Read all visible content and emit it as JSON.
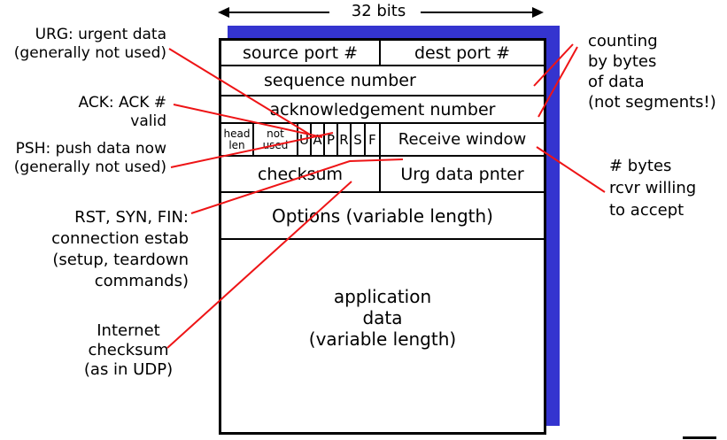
{
  "colors": {
    "shadow-blue": "#3434cf",
    "line-red": "#ee1416"
  },
  "header": {
    "width_label": "32 bits"
  },
  "segment": {
    "source_port": "source port #",
    "dest_port": "dest port #",
    "sequence": "sequence number",
    "acknowledgement": "acknowledgement number",
    "head_len": [
      "head",
      "len"
    ],
    "not_used": [
      "not",
      "used"
    ],
    "flags": [
      "U",
      "A",
      "P",
      "R",
      "S",
      "F"
    ],
    "receive_window": "Receive window",
    "checksum": "checksum",
    "urg_pointer": "Urg data pnter",
    "options": "Options (variable length)",
    "app_data": [
      "application",
      "data",
      "(variable length)"
    ]
  },
  "annotations": {
    "urg": [
      "URG: urgent data",
      "(generally not used)"
    ],
    "ack": [
      "ACK: ACK #",
      "valid"
    ],
    "psh": [
      "PSH: push data now",
      "(generally not used)"
    ],
    "rst_syn_fin": [
      "RST, SYN, FIN:",
      "connection estab",
      "(setup, teardown",
      "commands)"
    ],
    "internet_checksum": [
      "Internet",
      "checksum",
      "(as in UDP)"
    ],
    "counting": [
      "counting",
      "by bytes",
      "of data",
      "(not segments!)"
    ],
    "receive_window_note": [
      "# bytes",
      "rcvr willing",
      "to accept"
    ]
  }
}
